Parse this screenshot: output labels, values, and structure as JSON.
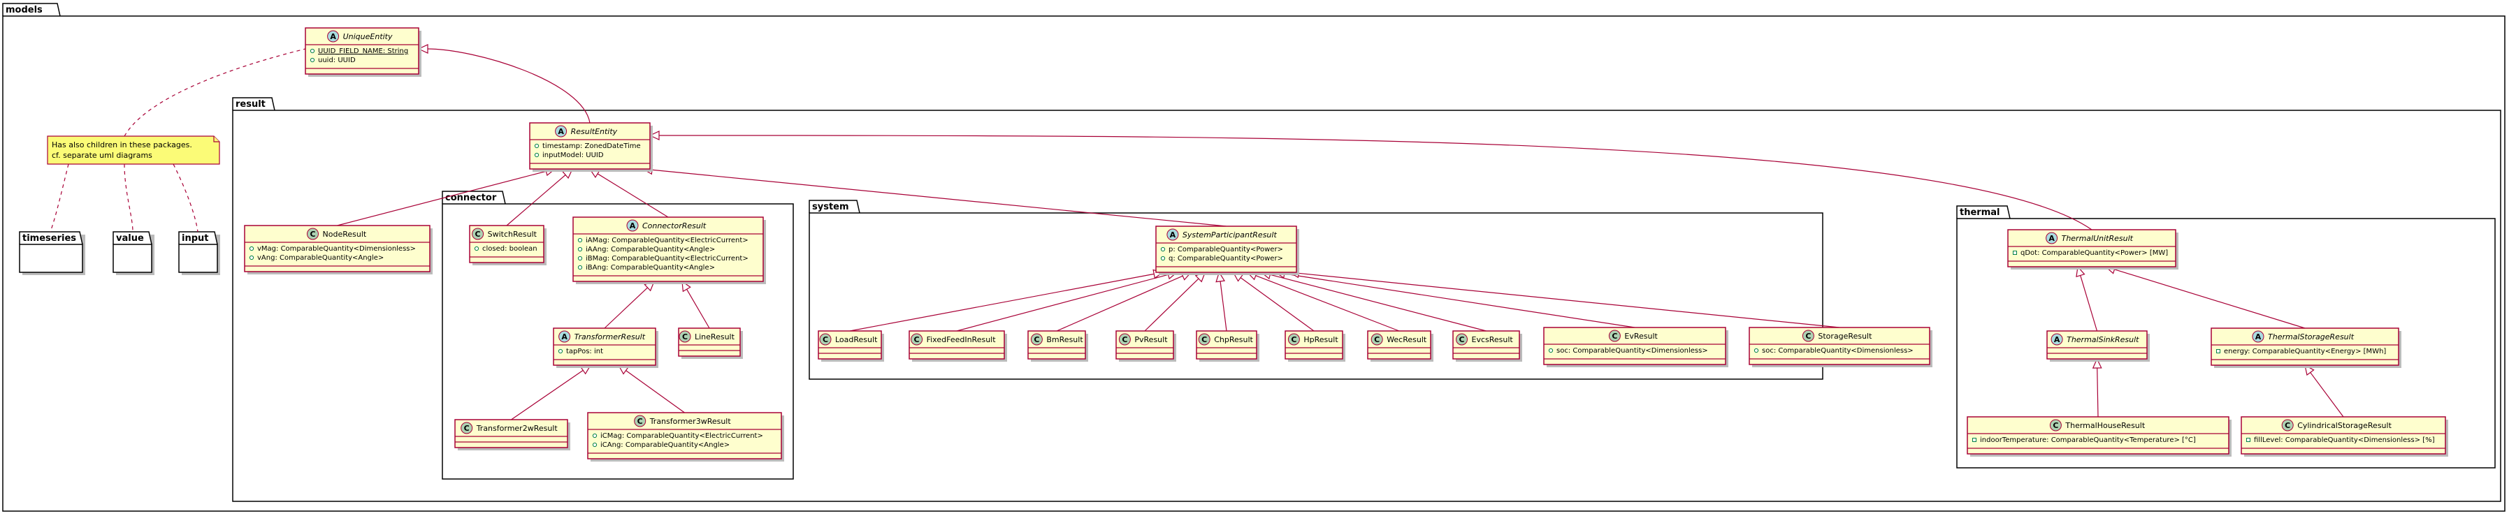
{
  "packages": {
    "models": "models",
    "result": "result",
    "connector": "connector",
    "system": "system",
    "thermal": "thermal",
    "timeseries": "timeseries",
    "value": "value",
    "input": "input"
  },
  "note": {
    "line1": "Has also children in these packages.",
    "line2": "cf. separate uml diagrams"
  },
  "classes": {
    "UniqueEntity": {
      "name": "UniqueEntity",
      "kind": "A",
      "attrs": [
        "UUID_FIELD_NAME: String",
        "uuid: UUID"
      ]
    },
    "ResultEntity": {
      "name": "ResultEntity",
      "kind": "A",
      "attrs": [
        "timestamp: ZonedDateTime",
        "inputModel: UUID"
      ]
    },
    "NodeResult": {
      "name": "NodeResult",
      "kind": "C",
      "attrs": [
        "vMag: ComparableQuantity<Dimensionless>",
        "vAng: ComparableQuantity<Angle>"
      ]
    },
    "SwitchResult": {
      "name": "SwitchResult",
      "kind": "C",
      "attrs": [
        "closed: boolean"
      ]
    },
    "ConnectorResult": {
      "name": "ConnectorResult",
      "kind": "A",
      "attrs": [
        "iAMag: ComparableQuantity<ElectricCurrent>",
        "iAAng: ComparableQuantity<Angle>",
        "iBMag: ComparableQuantity<ElectricCurrent>",
        "iBAng: ComparableQuantity<Angle>"
      ]
    },
    "TransformerResult": {
      "name": "TransformerResult",
      "kind": "A",
      "attrs": [
        "tapPos: int"
      ]
    },
    "LineResult": {
      "name": "LineResult",
      "kind": "C",
      "attrs": []
    },
    "Transformer2wResult": {
      "name": "Transformer2wResult",
      "kind": "C",
      "attrs": []
    },
    "Transformer3wResult": {
      "name": "Transformer3wResult",
      "kind": "C",
      "attrs": [
        "iCMag: ComparableQuantity<ElectricCurrent>",
        "iCAng: ComparableQuantity<Angle>"
      ]
    },
    "SystemParticipantResult": {
      "name": "SystemParticipantResult",
      "kind": "A",
      "attrs": [
        "p: ComparableQuantity<Power>",
        "q: ComparableQuantity<Power>"
      ]
    },
    "LoadResult": {
      "name": "LoadResult",
      "kind": "C",
      "attrs": []
    },
    "FixedFeedInResult": {
      "name": "FixedFeedInResult",
      "kind": "C",
      "attrs": []
    },
    "BmResult": {
      "name": "BmResult",
      "kind": "C",
      "attrs": []
    },
    "PvResult": {
      "name": "PvResult",
      "kind": "C",
      "attrs": []
    },
    "ChpResult": {
      "name": "ChpResult",
      "kind": "C",
      "attrs": []
    },
    "HpResult": {
      "name": "HpResult",
      "kind": "C",
      "attrs": []
    },
    "WecResult": {
      "name": "WecResult",
      "kind": "C",
      "attrs": []
    },
    "EvcsResult": {
      "name": "EvcsResult",
      "kind": "C",
      "attrs": []
    },
    "EvResult": {
      "name": "EvResult",
      "kind": "C",
      "attrs": [
        "soc: ComparableQuantity<Dimensionless>"
      ]
    },
    "StorageResult": {
      "name": "StorageResult",
      "kind": "C",
      "attrs": [
        "soc: ComparableQuantity<Dimensionless>"
      ]
    },
    "ThermalUnitResult": {
      "name": "ThermalUnitResult",
      "kind": "A",
      "attrs": [
        "qDot: ComparableQuantity<Power> [MW]"
      ]
    },
    "ThermalSinkResult": {
      "name": "ThermalSinkResult",
      "kind": "A",
      "attrs": []
    },
    "ThermalStorageResult": {
      "name": "ThermalStorageResult",
      "kind": "A",
      "attrs": [
        "energy: ComparableQuantity<Energy> [MWh]"
      ]
    },
    "ThermalHouseResult": {
      "name": "ThermalHouseResult",
      "kind": "C",
      "attrs": [
        "indoorTemperature: ComparableQuantity<Temperature> [°C]"
      ]
    },
    "CylindricalStorageResult": {
      "name": "CylindricalStorageResult",
      "kind": "C",
      "attrs": [
        "fillLevel: ComparableQuantity<Dimensionless> [%]"
      ]
    }
  },
  "visibility": {
    "UniqueEntity": [
      "+",
      "+"
    ],
    "ResultEntity": [
      "+",
      "+"
    ],
    "NodeResult": [
      "+",
      "+"
    ],
    "SwitchResult": [
      "+"
    ],
    "ConnectorResult": [
      "+",
      "+",
      "+",
      "+"
    ],
    "TransformerResult": [
      "+"
    ],
    "Transformer3wResult": [
      "+",
      "+"
    ],
    "SystemParticipantResult": [
      "+",
      "+"
    ],
    "EvResult": [
      "+"
    ],
    "StorageResult": [
      "+"
    ],
    "ThermalUnitResult": [
      "-"
    ],
    "ThermalStorageResult": [
      "-"
    ],
    "ThermalHouseResult": [
      "-"
    ],
    "CylindricalStorageResult": [
      "-"
    ]
  },
  "inheritance": [
    [
      "ResultEntity",
      "UniqueEntity"
    ],
    [
      "NodeResult",
      "ResultEntity"
    ],
    [
      "SwitchResult",
      "ResultEntity"
    ],
    [
      "ConnectorResult",
      "ResultEntity"
    ],
    [
      "SystemParticipantResult",
      "ResultEntity"
    ],
    [
      "ThermalUnitResult",
      "ResultEntity"
    ],
    [
      "TransformerResult",
      "ConnectorResult"
    ],
    [
      "LineResult",
      "ConnectorResult"
    ],
    [
      "Transformer2wResult",
      "TransformerResult"
    ],
    [
      "Transformer3wResult",
      "TransformerResult"
    ],
    [
      "LoadResult",
      "SystemParticipantResult"
    ],
    [
      "FixedFeedInResult",
      "SystemParticipantResult"
    ],
    [
      "BmResult",
      "SystemParticipantResult"
    ],
    [
      "PvResult",
      "SystemParticipantResult"
    ],
    [
      "ChpResult",
      "SystemParticipantResult"
    ],
    [
      "HpResult",
      "SystemParticipantResult"
    ],
    [
      "WecResult",
      "SystemParticipantResult"
    ],
    [
      "EvcsResult",
      "SystemParticipantResult"
    ],
    [
      "EvResult",
      "SystemParticipantResult"
    ],
    [
      "StorageResult",
      "SystemParticipantResult"
    ],
    [
      "ThermalSinkResult",
      "ThermalUnitResult"
    ],
    [
      "ThermalStorageResult",
      "ThermalUnitResult"
    ],
    [
      "ThermalHouseResult",
      "ThermalSinkResult"
    ],
    [
      "CylindricalStorageResult",
      "ThermalStorageResult"
    ]
  ]
}
